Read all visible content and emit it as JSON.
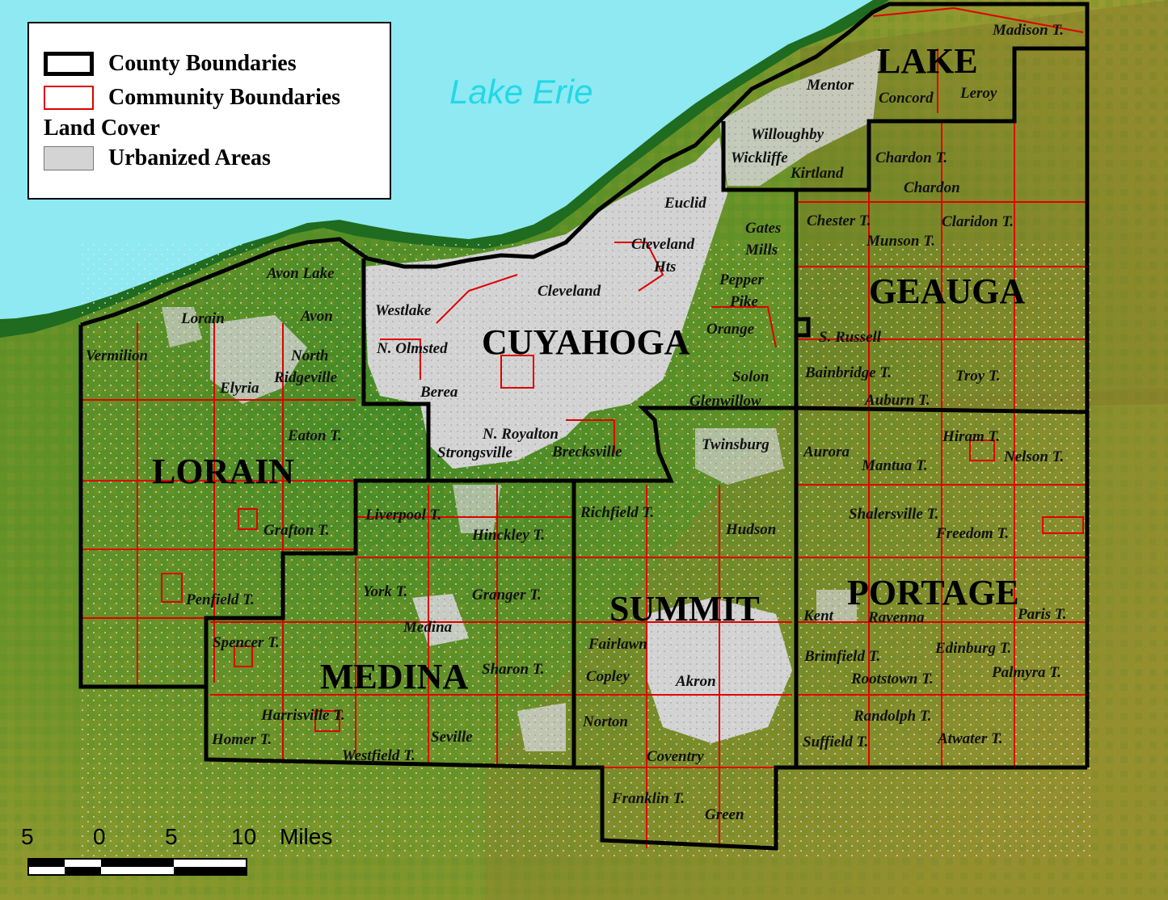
{
  "water_label": "Lake Erie",
  "legend": {
    "county": "County Boundaries",
    "community": "Community Boundaries",
    "land_cover": "Land Cover",
    "urban": "Urbanized Areas"
  },
  "scale": {
    "ticks": [
      "5",
      "0",
      "5",
      "10"
    ],
    "unit": "Miles"
  },
  "colors": {
    "water": "#8ee9f2",
    "shore": "#1f6b1f",
    "land": "#6e9a2a",
    "urban": "#d2d2d2",
    "county_line": "#000000",
    "community_line": "#e00000"
  },
  "counties": [
    {
      "name": "LAKE"
    },
    {
      "name": "GEAUGA"
    },
    {
      "name": "CUYAHOGA"
    },
    {
      "name": "LORAIN"
    },
    {
      "name": "MEDINA"
    },
    {
      "name": "SUMMIT"
    },
    {
      "name": "PORTAGE"
    }
  ],
  "places": [
    "Madison T.",
    "Mentor",
    "Concord",
    "Leroy",
    "Willoughby",
    "Wickliffe",
    "Kirtland",
    "Chardon T.",
    "Chardon",
    "Euclid",
    "Gates",
    "Mills",
    "Cleveland",
    "Hts",
    "Chester T.",
    "Claridon T.",
    "Munson T.",
    "Pepper",
    "Pike",
    "Orange",
    "S. Russell",
    "Solon",
    "Glenwillow",
    "Bainbridge T.",
    "Troy T.",
    "Auburn T.",
    "Avon Lake",
    "Lorain",
    "Avon",
    "Westlake",
    "Cleveland",
    "N. Olmsted",
    "North",
    "Ridgeville",
    "Vermilion",
    "Elyria",
    "Berea",
    "Eaton T.",
    "N. Royalton",
    "Strongsville",
    "Brecksville",
    "Twinsburg",
    "Aurora",
    "Hiram T.",
    "Mantua T.",
    "Nelson T.",
    "Liverpool T.",
    "Hinckley T.",
    "Richfield T.",
    "Hudson",
    "Grafton T.",
    "Shalersville T.",
    "Freedom T.",
    "York T.",
    "Granger T.",
    "Penfield T.",
    "Medina",
    "Kent",
    "Ravenna",
    "Paris T.",
    "Spencer T.",
    "Fairlawn",
    "Brimfield T.",
    "Edinburg T.",
    "Sharon T.",
    "Copley",
    "Akron",
    "Rootstown T.",
    "Palmyra T.",
    "Harrisville T.",
    "Norton",
    "Randolph T.",
    "Homer T.",
    "Seville",
    "Suffield T.",
    "Atwater T.",
    "Westfield T.",
    "Coventry",
    "Franklin T.",
    "Green"
  ]
}
